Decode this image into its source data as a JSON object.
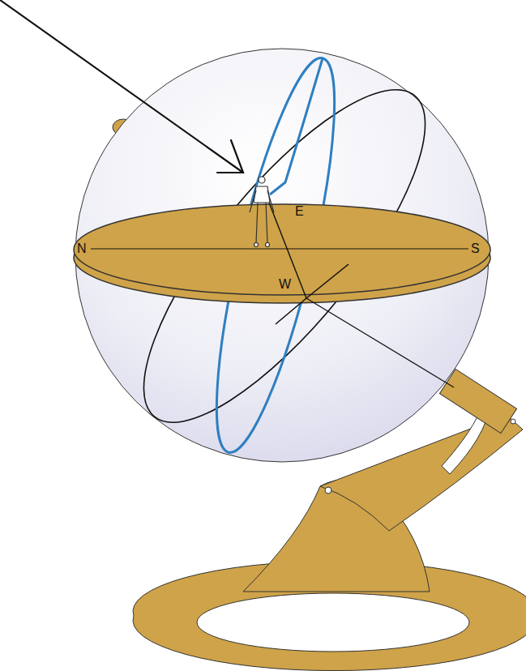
{
  "diagram": {
    "labels": [
      "E",
      "N",
      "S",
      "W"
    ]
  }
}
